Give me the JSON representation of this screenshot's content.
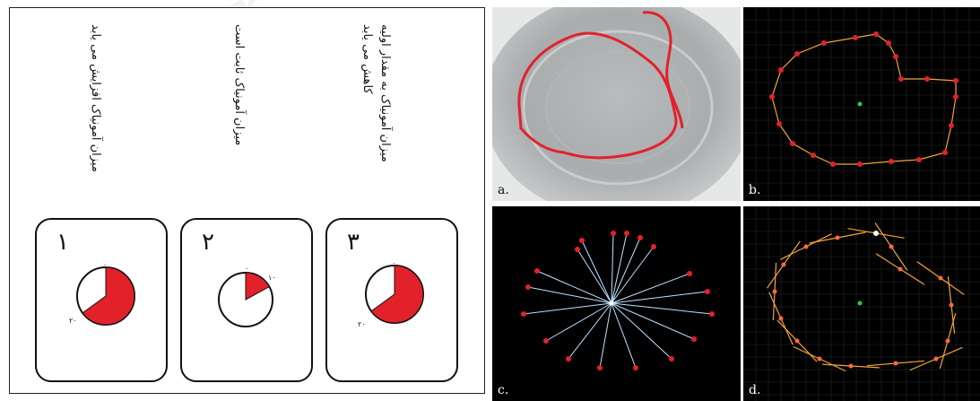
{
  "left_figure": {
    "texts": [
      "میزان آمونیاک به مقدار اولیه\nکاهش می یابد",
      "میزان آمونیاک ثابت است",
      "میزان آمونیاک افزایش می یابد"
    ],
    "cards": [
      {
        "number": "۳",
        "fill_fraction": 0.65,
        "tick_top": "۰",
        "tick_side": "۲۰"
      },
      {
        "number": "۲",
        "fill_fraction": 0.17,
        "tick_top": "۰",
        "tick_side": "۱۰"
      },
      {
        "number": "۱",
        "fill_fraction": 0.65,
        "tick_top": "۰",
        "tick_side": "۲۰"
      }
    ],
    "fill_color": "#e3212b"
  },
  "panels": [
    {
      "label": "a.",
      "description_color": "#e3212b"
    },
    {
      "label": "b."
    },
    {
      "label": "c."
    },
    {
      "label": "d."
    }
  ],
  "colors": {
    "panel_bg": "#000000",
    "grid": "#2a2a2a",
    "outline": "#e3212b",
    "line_orange": "#f2a23a",
    "ray": "#bfe3ff",
    "center_green": "#2ecc40"
  }
}
